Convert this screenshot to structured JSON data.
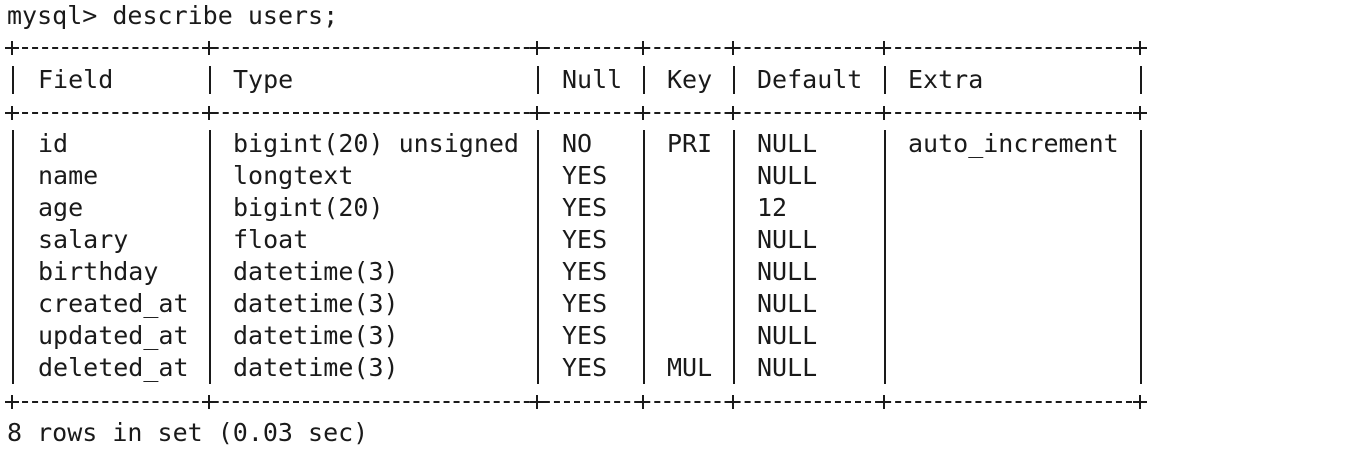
{
  "terminal": {
    "prompt": "mysql>",
    "command": "describe users;",
    "columns": [
      "Field",
      "Type",
      "Null",
      "Key",
      "Default",
      "Extra"
    ],
    "rows": [
      {
        "field": "id",
        "type": "bigint(20) unsigned",
        "null": "NO",
        "key": "PRI",
        "default": "NULL",
        "extra": "auto_increment"
      },
      {
        "field": "name",
        "type": "longtext",
        "null": "YES",
        "key": "",
        "default": "NULL",
        "extra": ""
      },
      {
        "field": "age",
        "type": "bigint(20)",
        "null": "YES",
        "key": "",
        "default": "12",
        "extra": ""
      },
      {
        "field": "salary",
        "type": "float",
        "null": "YES",
        "key": "",
        "default": "NULL",
        "extra": ""
      },
      {
        "field": "birthday",
        "type": "datetime(3)",
        "null": "YES",
        "key": "",
        "default": "NULL",
        "extra": ""
      },
      {
        "field": "created_at",
        "type": "datetime(3)",
        "null": "YES",
        "key": "",
        "default": "NULL",
        "extra": ""
      },
      {
        "field": "updated_at",
        "type": "datetime(3)",
        "null": "YES",
        "key": "",
        "default": "NULL",
        "extra": ""
      },
      {
        "field": "deleted_at",
        "type": "datetime(3)",
        "null": "YES",
        "key": "MUL",
        "default": "NULL",
        "extra": ""
      }
    ],
    "footer": "8 rows in set (0.03 sec)"
  }
}
